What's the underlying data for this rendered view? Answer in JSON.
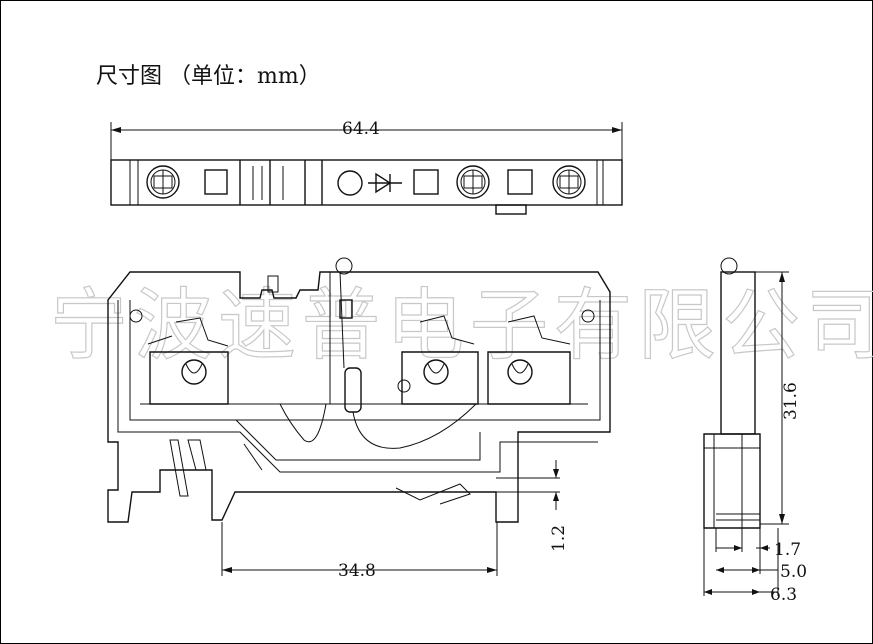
{
  "title": "尺寸图 （单位：mm）",
  "watermark": "宁波速普电子有限公司",
  "dimensions": {
    "overall_length": "64.4",
    "mount_width": "34.8",
    "step_height": "1.2",
    "side_height": "31.6",
    "side_a": "1.7",
    "side_b": "5.0",
    "side_c": "6.3"
  },
  "colors": {
    "line": "#111111",
    "watermark": "#c8c8c8",
    "background": "#ffffff"
  }
}
